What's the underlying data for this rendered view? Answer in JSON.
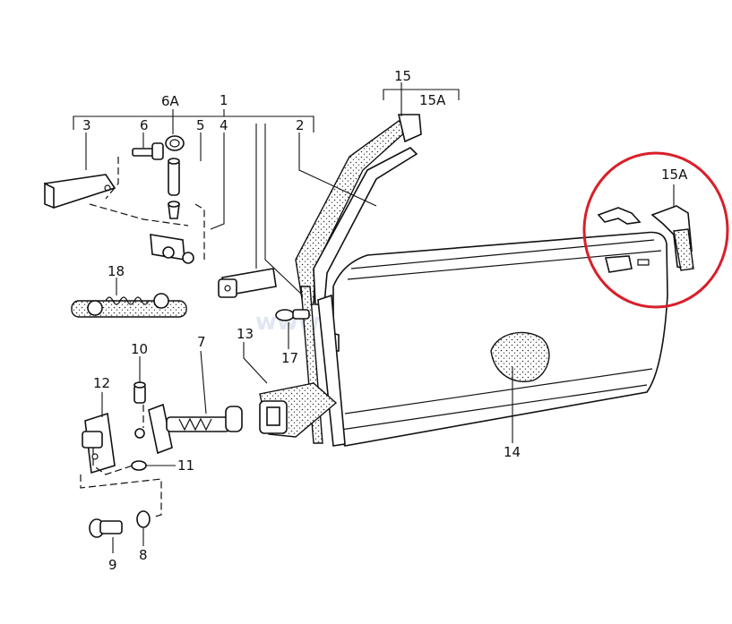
{
  "watermark": "www.autodoc.com",
  "highlight_color": "#d91f2a",
  "labels": {
    "p1": "1",
    "p2": "2",
    "p3": "3",
    "p4": "4",
    "p5": "5",
    "p6": "6",
    "p6a": "6A",
    "p7": "7",
    "p8": "8",
    "p9": "9",
    "p10": "10",
    "p11": "11",
    "p12": "12",
    "p13": "13",
    "p14": "14",
    "p15": "15",
    "p15a_top": "15A",
    "p15a_circle": "15A",
    "p17": "17",
    "p18": "18"
  }
}
